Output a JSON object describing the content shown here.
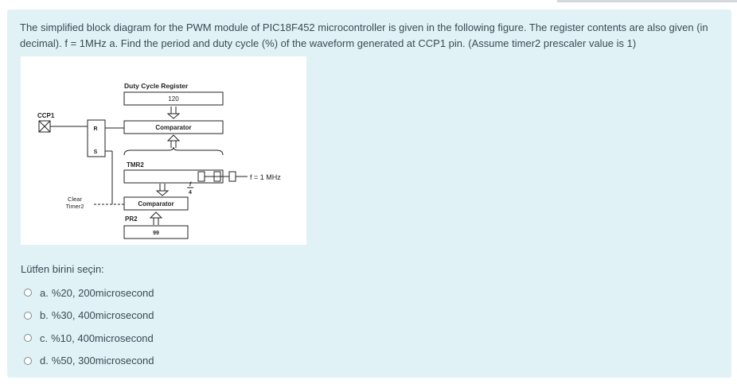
{
  "question": {
    "text": "The simplified block diagram for the PWM module of PIC18F452 microcontroller is given in the following figure. The register contents are also given (in decimal). f = 1MHz a. Find the period and duty cycle (%) of the waveform generated at CCP1 pin. (Assume timer2 prescaler value is 1)"
  },
  "diagram": {
    "duty_cycle_register_label": "Duty Cycle Register",
    "duty_cycle_value": "120",
    "ccp1_label": "CCP1",
    "r_label": "R",
    "s_label": "S",
    "comparator_top_label": "Comparator",
    "tmr2_label": "TMR2",
    "f_label": "f",
    "divider_label": "4",
    "clock_label": "f = 1 MHz",
    "clear_label": "Clear",
    "timer2_label": "Timer2",
    "comparator_bottom_label": "Comparator",
    "pr2_label": "PR2",
    "pr2_value": "99"
  },
  "answer": {
    "prompt": "Lütfen birini seçin:",
    "options": [
      {
        "letter": "a.",
        "text": "%20, 200microsecond"
      },
      {
        "letter": "b.",
        "text": "%30, 400microsecond"
      },
      {
        "letter": "c.",
        "text": "%10, 400microsecond"
      },
      {
        "letter": "d.",
        "text": "%50, 300microsecond"
      }
    ]
  }
}
